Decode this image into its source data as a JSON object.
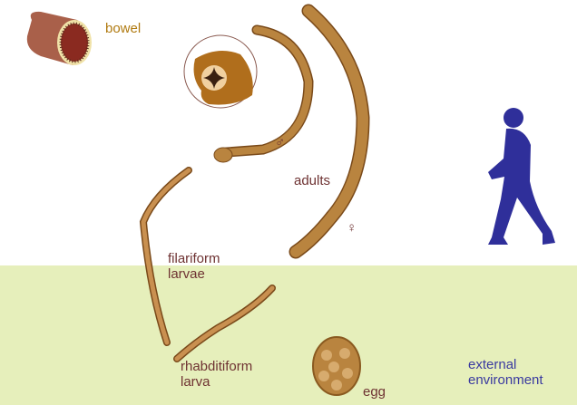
{
  "labels": {
    "bowel": "bowel",
    "male": "♂",
    "adults": "adults",
    "female": "♀",
    "filariform": [
      "filariform",
      "larvae"
    ],
    "rhabditiform": [
      "rhabditiform",
      "larva"
    ],
    "egg": "egg",
    "external": [
      "external",
      "environment"
    ]
  },
  "colors": {
    "ground": "#e6efbb",
    "worm": "#b9843f",
    "worm_outline": "#7a4a1a",
    "human": "#2f2f9a",
    "bowel_label": "#b07a10",
    "stage_label": "#6e3232",
    "environment_label": "#3a3aa0"
  }
}
